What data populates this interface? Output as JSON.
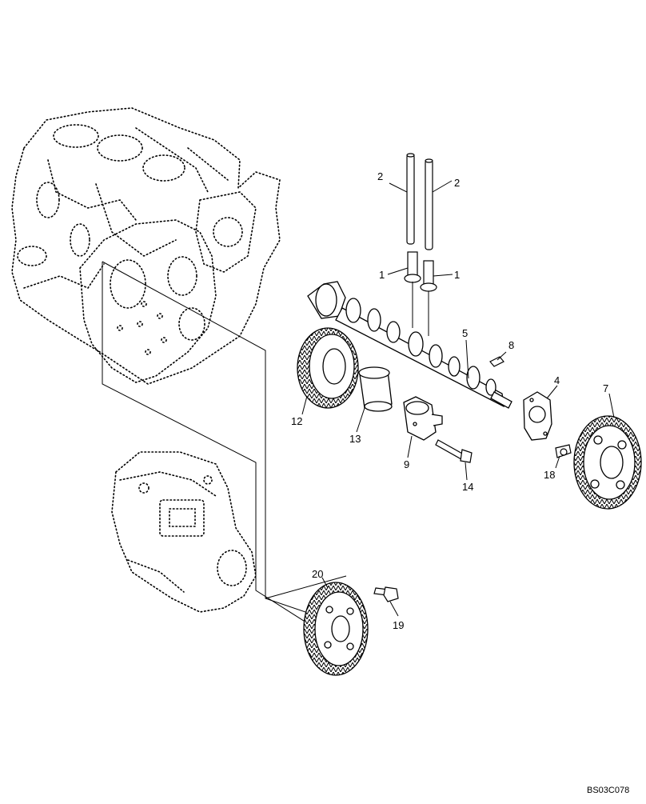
{
  "diagram": {
    "type": "exploded-parts-view",
    "ref_code": "BS03C078",
    "callouts": [
      {
        "id": "c2a",
        "label": "2"
      },
      {
        "id": "c2b",
        "label": "2"
      },
      {
        "id": "c1a",
        "label": "1"
      },
      {
        "id": "c1b",
        "label": "1"
      },
      {
        "id": "c5",
        "label": "5"
      },
      {
        "id": "c8",
        "label": "8"
      },
      {
        "id": "c4",
        "label": "4"
      },
      {
        "id": "c7",
        "label": "7"
      },
      {
        "id": "c12",
        "label": "12"
      },
      {
        "id": "c13",
        "label": "13"
      },
      {
        "id": "c9",
        "label": "9"
      },
      {
        "id": "c14",
        "label": "14"
      },
      {
        "id": "c18",
        "label": "18"
      },
      {
        "id": "c20",
        "label": "20"
      },
      {
        "id": "c19",
        "label": "19"
      }
    ]
  }
}
